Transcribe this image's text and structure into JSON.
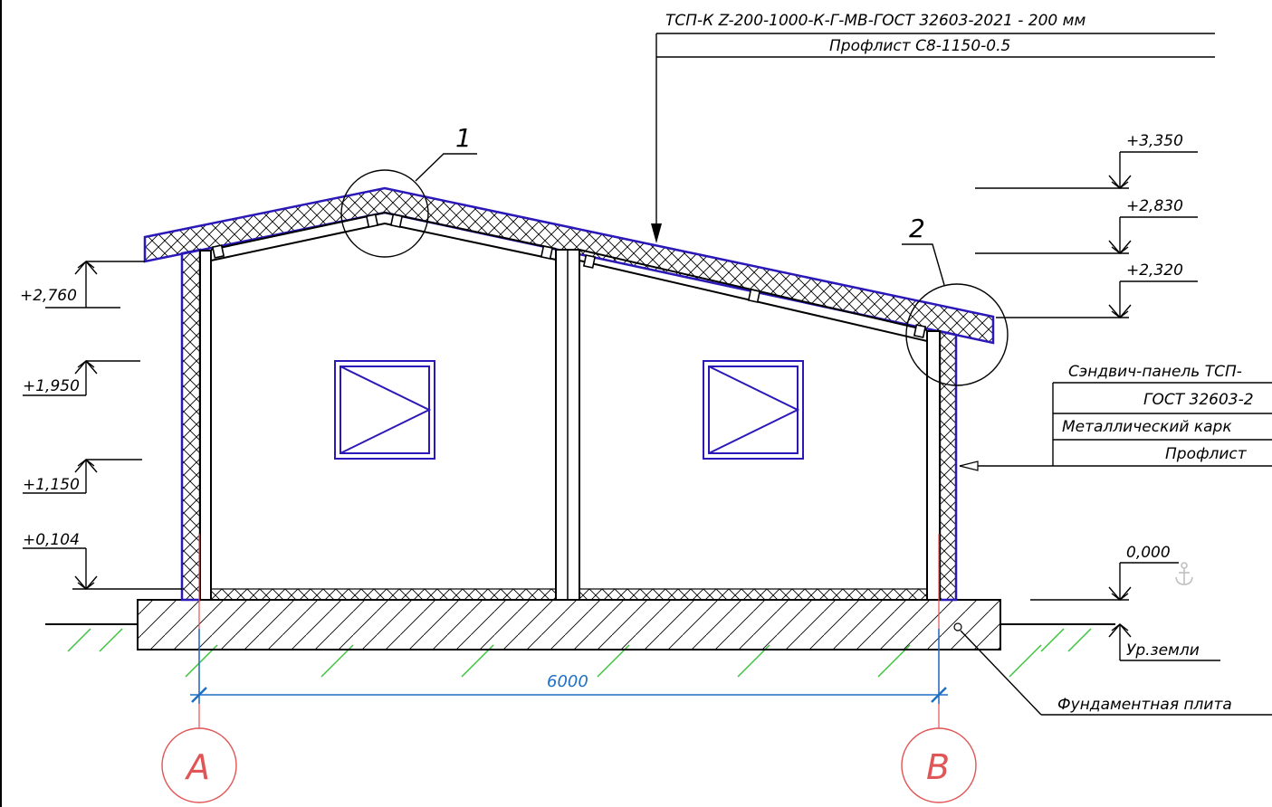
{
  "roof_callout": {
    "line1": "ТСП-К Z-200-1000-К-Г-МВ-ГОСТ 32603-2021 - 200 мм",
    "line2": "Профлист С8-1150-0.5"
  },
  "wall_callout": {
    "line1": "Сэндвич-панель ТСП-",
    "line2": "ГОСТ 32603-2",
    "line3": "Металлический карк",
    "line4": "Профлист"
  },
  "foundation_label": "Фундаментная плита",
  "ground_label": "Ур.земли",
  "detail_markers": [
    "1",
    "2"
  ],
  "elevations_left": [
    "+2,760",
    "+1,950",
    "+1,150",
    "+0,104"
  ],
  "elevations_right": [
    "+3,350",
    "+2,830",
    "+2,320",
    "0,000"
  ],
  "dimension": "6000",
  "axes": [
    "A",
    "B"
  ],
  "colors": {
    "panel_outline": "#2b18b8",
    "dimension": "#1f6fc4",
    "axis": "#e05555",
    "grass": "#3cc43c"
  },
  "icons": [
    "anchor-icon"
  ]
}
